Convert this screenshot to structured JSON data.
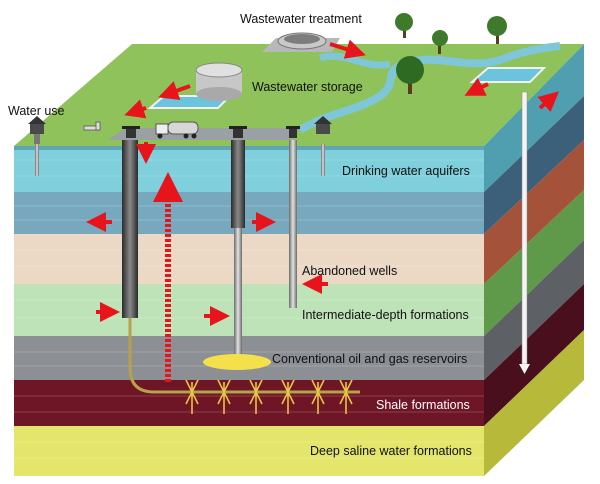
{
  "labels": {
    "wastewater_treatment": "Wastewater treatment",
    "wastewater_storage": "Wastewater storage",
    "water_use": "Water use",
    "drinking_water_aquifers": "Drinking water aquifers",
    "abandoned_wells": "Abandoned wells",
    "intermediate_depth_formations": "Intermediate-depth formations",
    "conventional_reservoirs": "Conventional oil and gas reservoirs",
    "shale_formations": "Shale formations",
    "deep_saline": "Deep saline water formations"
  },
  "colors": {
    "arrow": "#e8141c",
    "surface": "#8fc25a",
    "aquifer": "#7fd0dc",
    "blue_layer": "#77a8bd",
    "beige_layer": "#ebd9c6",
    "green_layer": "#bfe3b9",
    "gray_layer": "#8c8f94",
    "shale": "#6e1626",
    "saline": "#e3e66a",
    "gas": "#f4e04a"
  }
}
